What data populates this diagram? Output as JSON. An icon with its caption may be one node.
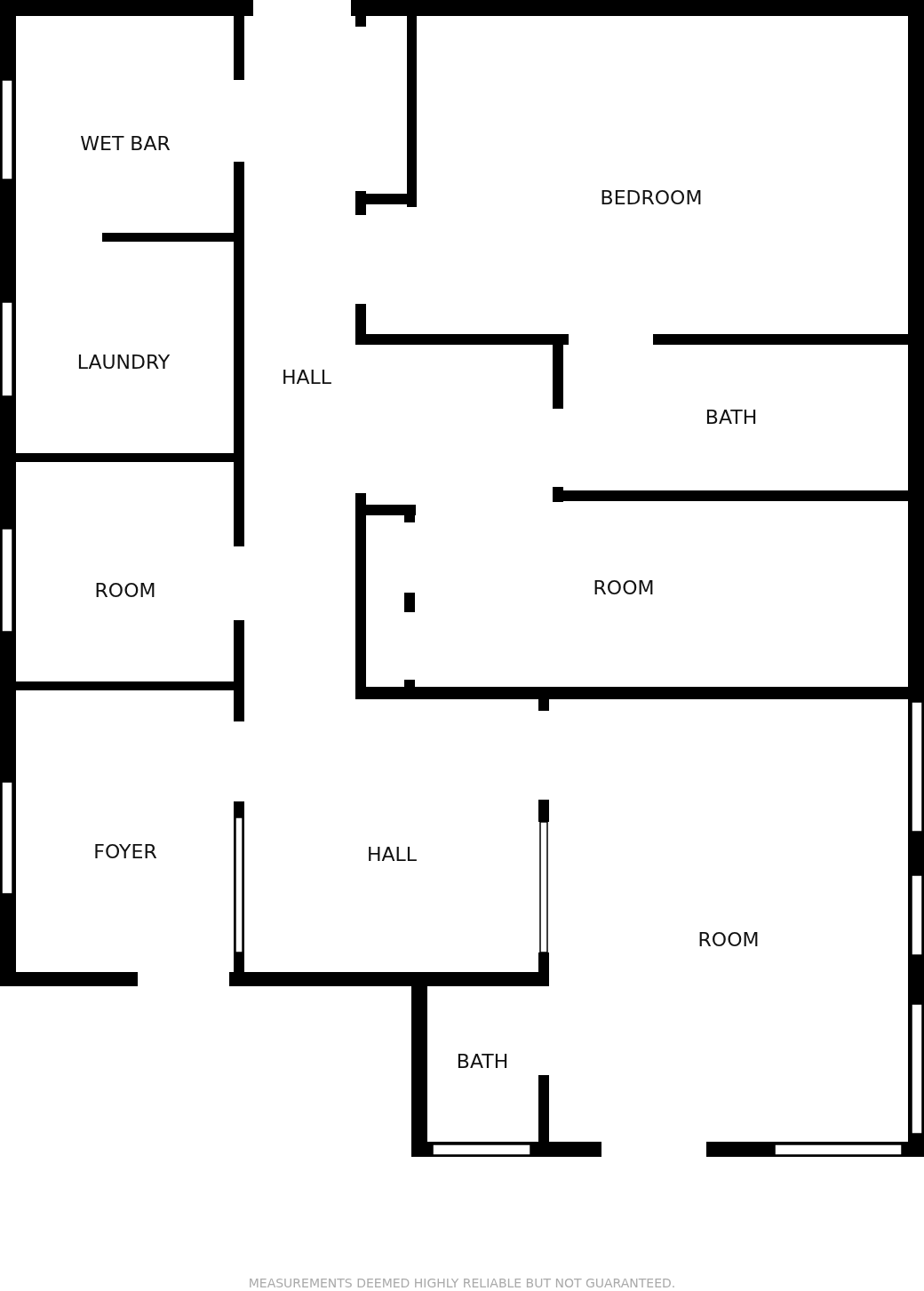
{
  "diagram": {
    "nodes": [
      {
        "text": [
          "WET BAR"
        ]
      },
      {
        "text": [
          "LAUNDRY"
        ]
      },
      {
        "text": [
          "HALL"
        ]
      },
      {
        "text": [
          "BEDROOM"
        ]
      },
      {
        "text": [
          "BATH"
        ]
      },
      {
        "text": [
          "ROOM"
        ]
      },
      {
        "text": [
          "ROOM"
        ]
      },
      {
        "text": [
          "FOYER"
        ]
      },
      {
        "text": [
          "HALL"
        ]
      },
      {
        "text": [
          "ROOM"
        ]
      },
      {
        "text": [
          "BATH"
        ]
      }
    ],
    "edges": [],
    "labels": [
      "MEASUREMENTS DEEMED HIGHLY RELIABLE BUT NOT GUARANTEED."
    ]
  }
}
